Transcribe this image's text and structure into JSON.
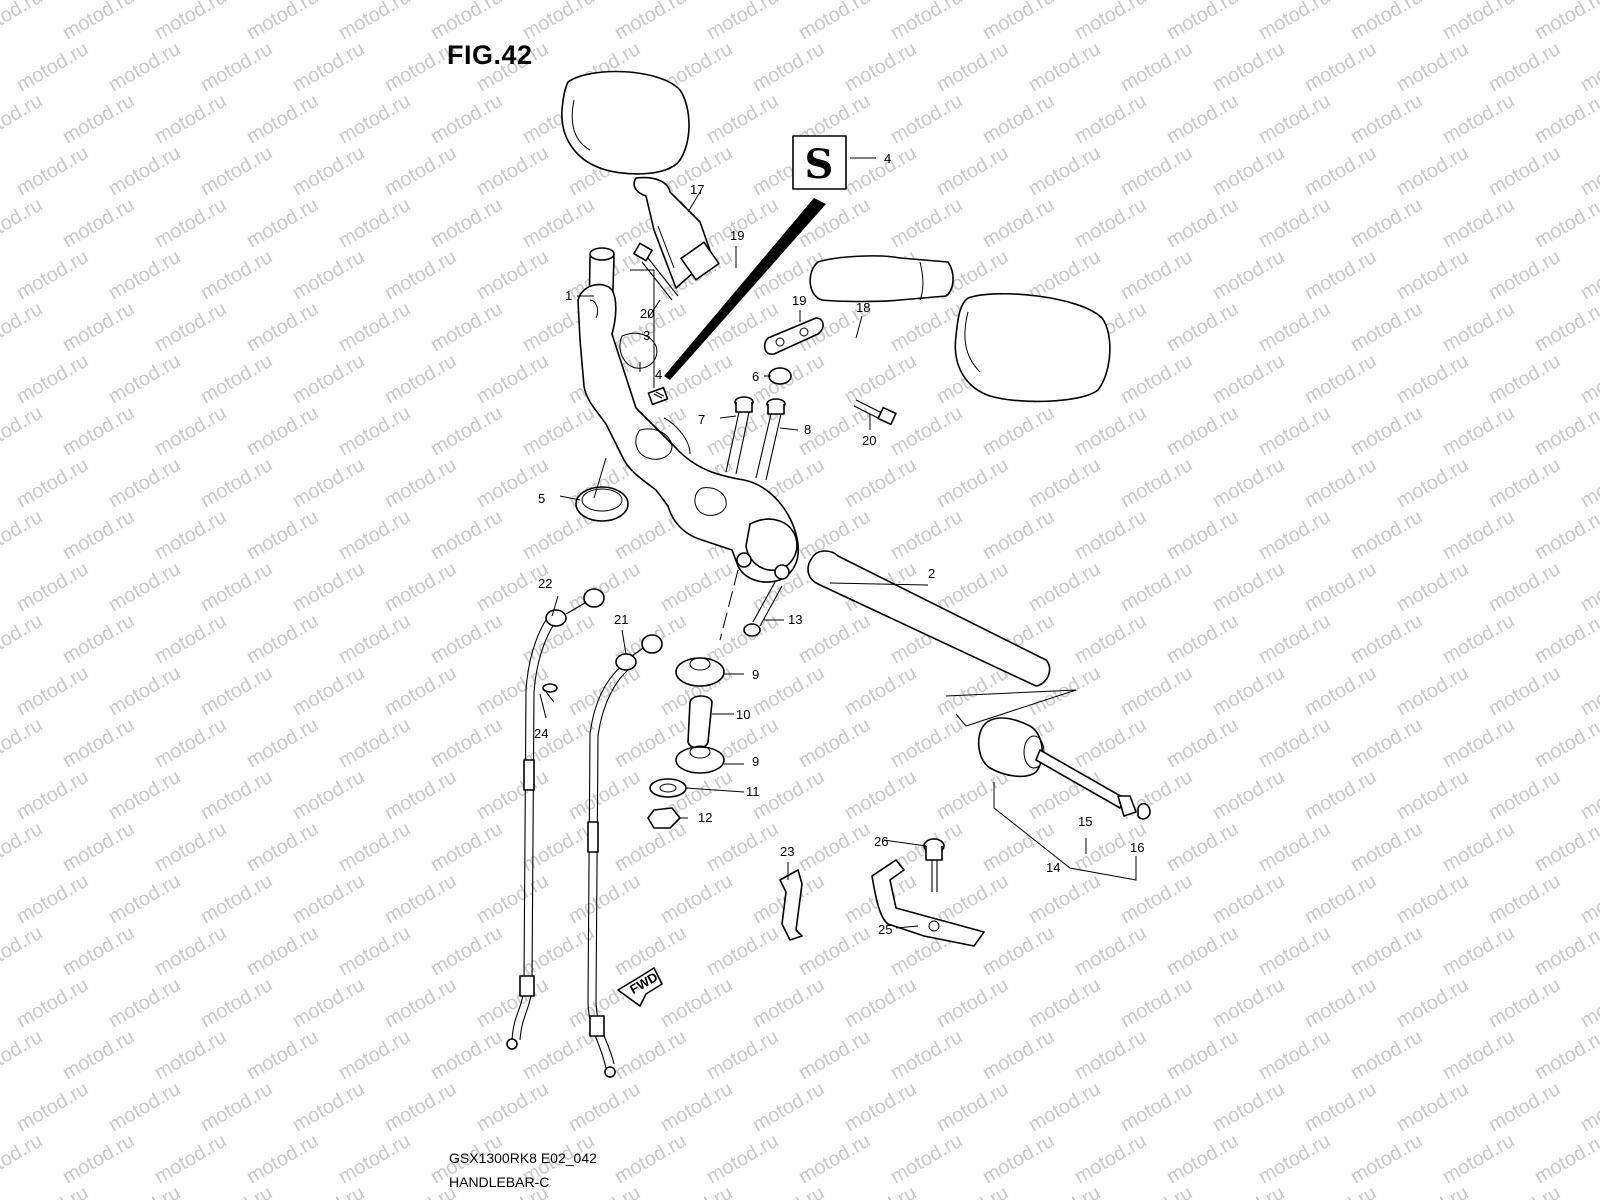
{
  "figure": {
    "title": "FIG.42",
    "model_code": "GSX1300RK8 E02_042",
    "section_name": "HANDLEBAR-C"
  },
  "watermark": {
    "text": "motod.ru",
    "color": "#c9c9c9"
  },
  "decal": {
    "glyph": "S"
  },
  "fwd_arrow": {
    "text": "FWD"
  },
  "callouts": {
    "c1": "1",
    "c2": "2",
    "c3": "3",
    "c4a": "4",
    "c4b": "4",
    "c5": "5",
    "c6": "6",
    "c7": "7",
    "c8": "8",
    "c9a": "9",
    "c9b": "9",
    "c10": "10",
    "c11": "11",
    "c12": "12",
    "c13": "13",
    "c14": "14",
    "c15": "15",
    "c16": "16",
    "c17": "17",
    "c18": "18",
    "c19a": "19",
    "c19b": "19",
    "c20a": "20",
    "c20b": "20",
    "c21": "21",
    "c22": "22",
    "c23": "23",
    "c24": "24",
    "c25": "25",
    "c26": "26"
  }
}
